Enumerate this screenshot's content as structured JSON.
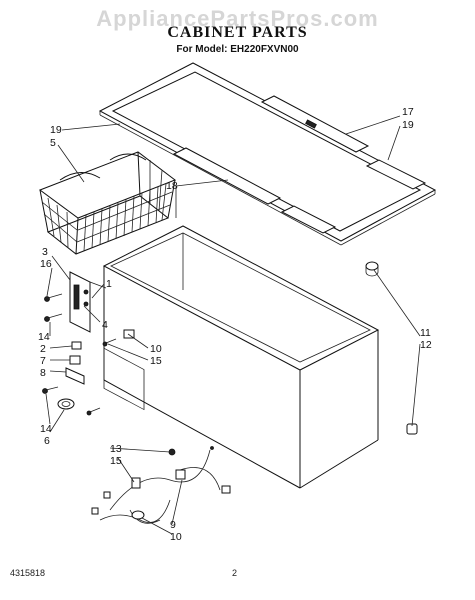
{
  "header": {
    "watermark": "AppliancePartsPros.com",
    "title": "CABINET PARTS",
    "model_line": "For Model: EH220FXVN00"
  },
  "footer": {
    "doc_number": "4315818",
    "page_number": "2"
  },
  "callouts": [
    "19",
    "5",
    "17",
    "19",
    "18",
    "3",
    "16",
    "1",
    "14",
    "2",
    "7",
    "8",
    "4",
    "10",
    "15",
    "11",
    "12",
    "14",
    "6",
    "13",
    "15",
    "9",
    "10"
  ]
}
